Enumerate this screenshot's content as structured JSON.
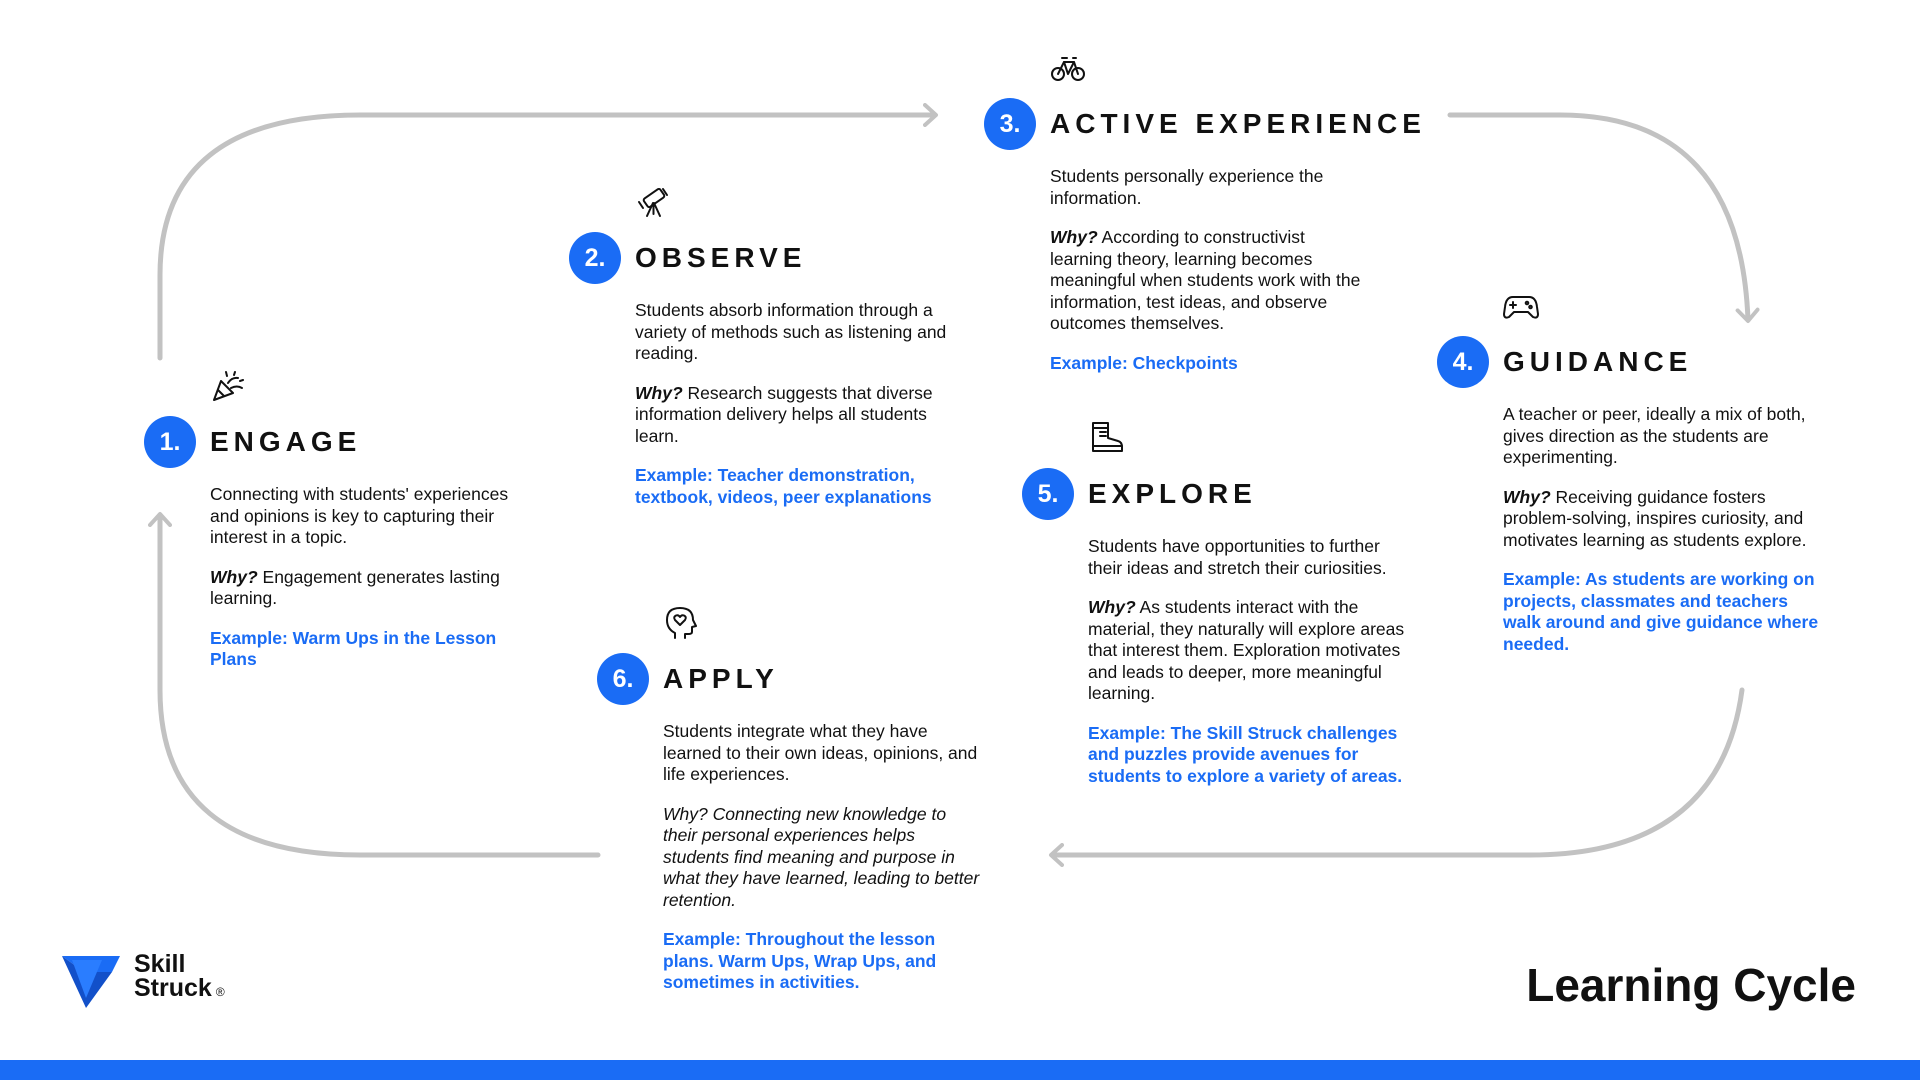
{
  "steps": [
    {
      "number": "1.",
      "title": "ENGAGE",
      "icon": "party-popper-icon",
      "description": "Connecting with students' experiences and opinions is key to capturing their interest in a topic.",
      "why_label": "Why?",
      "why_text": "Engagement generates lasting learning.",
      "example": "Example: Warm Ups in the Lesson Plans"
    },
    {
      "number": "2.",
      "title": "OBSERVE",
      "icon": "telescope-icon",
      "description": "Students absorb information through a variety of methods such as listening and reading.",
      "why_label": "Why?",
      "why_text": "Research suggests that diverse information delivery helps all students learn.",
      "example": "Example: Teacher demonstration, textbook, videos, peer explanations"
    },
    {
      "number": "3.",
      "title": "ACTIVE EXPERIENCE",
      "icon": "bicycle-icon",
      "description": "Students personally experience the information.",
      "why_label": "Why?",
      "why_text": "According to constructivist learning theory, learning becomes meaningful when students work with the information, test ideas, and observe outcomes themselves.",
      "example": "Example: Checkpoints"
    },
    {
      "number": "4.",
      "title": "GUIDANCE",
      "icon": "game-controller-icon",
      "description": "A teacher or peer, ideally a mix of both, gives direction as the students are experimenting.",
      "why_label": "Why?",
      "why_text": "Receiving guidance fosters problem-solving, inspires curiosity, and motivates learning as students explore.",
      "example": "Example: As students are working on projects, classmates and teachers walk around and give guidance where needed."
    },
    {
      "number": "5.",
      "title": "EXPLORE",
      "icon": "hiking-boot-icon",
      "description": "Students have opportunities to further their ideas and stretch their curiosities.",
      "why_label": "Why?",
      "why_text": "As students interact with the material, they naturally will explore areas that interest them. Exploration motivates and leads to deeper, more meaningful learning.",
      "example": "Example: The Skill Struck challenges and puzzles provide avenues for students to explore a variety of areas."
    },
    {
      "number": "6.",
      "title": "APPLY",
      "icon": "head-heart-icon",
      "description": "Students integrate what they have learned to their own ideas, opinions, and life experiences.",
      "why_text": "Why?  Connecting new knowledge to their personal experiences helps students find meaning and purpose in what they have learned, leading to better retention.",
      "example": "Example: Throughout the lesson plans.  Warm Ups, Wrap Ups, and sometimes in activities."
    }
  ],
  "brand": {
    "name_line1": "Skill",
    "name_line2": "Struck",
    "registered": "®",
    "logo_icon": "skill-struck-logo-icon"
  },
  "page_title": "Learning Cycle",
  "colors": {
    "accent": "#1a6cf5",
    "text": "#111111",
    "cycle_line": "#c2c2c2"
  }
}
